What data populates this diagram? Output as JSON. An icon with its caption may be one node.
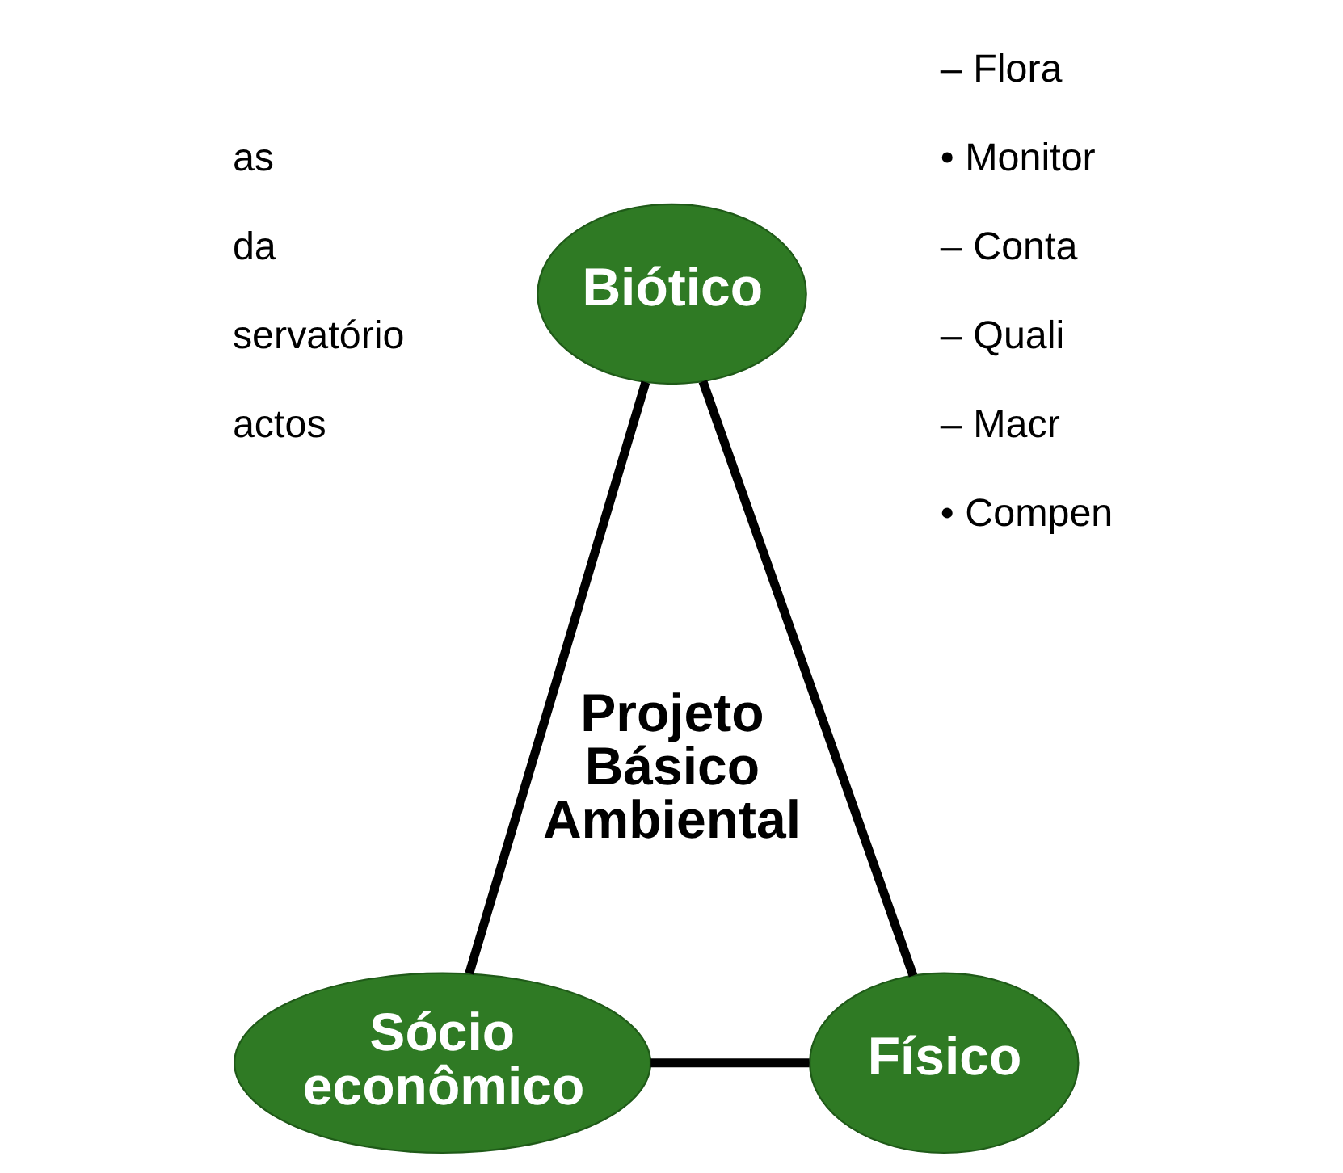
{
  "diagram": {
    "nodes": [
      {
        "text": [
          "Biótico"
        ]
      },
      {
        "text": [
          "Sócio econômico"
        ]
      },
      {
        "text": [
          "Físico"
        ]
      }
    ],
    "edges": [
      {
        "from": 0,
        "to": 1,
        "arrow": "none"
      },
      {
        "from": 0,
        "to": 2,
        "arrow": "none"
      },
      {
        "from": 1,
        "to": 2,
        "arrow": "none"
      }
    ],
    "labels": [
      "as",
      "da",
      "servatório",
      "actos",
      "– Flora",
      "• Monitor",
      "– Conta",
      "– Quali",
      "– Macr",
      "• Compen",
      "Projeto Básico Ambiental"
    ]
  }
}
